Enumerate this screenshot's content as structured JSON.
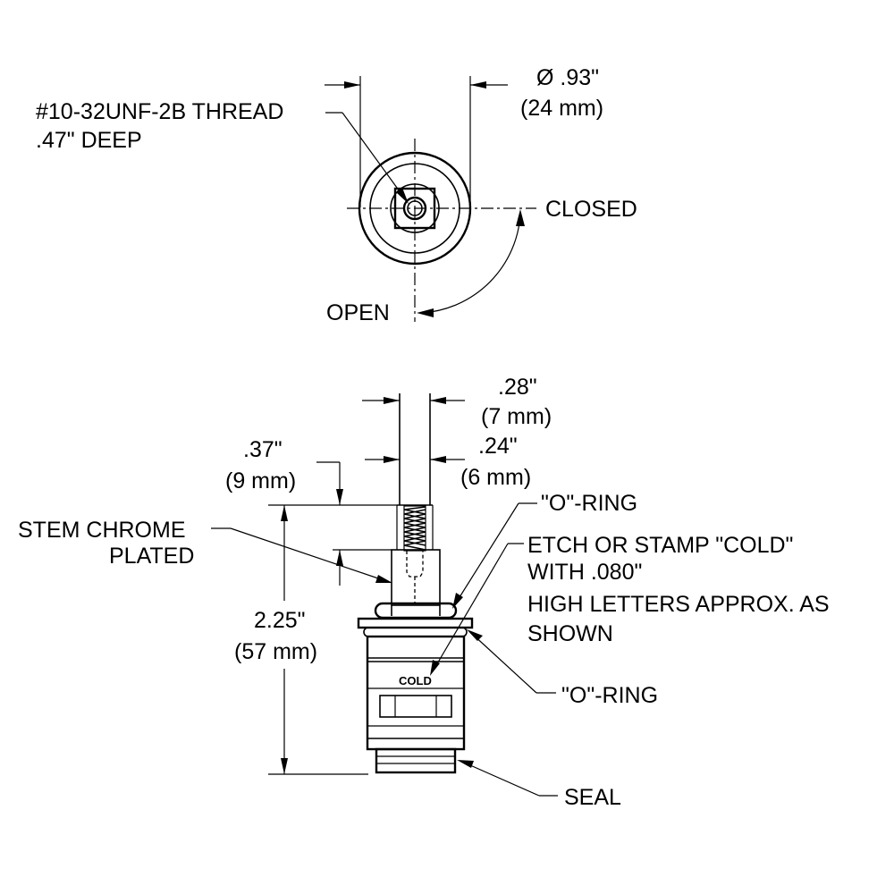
{
  "top_view": {
    "diameter_label": "Ø .93\"",
    "diameter_metric": "(24 mm)",
    "thread_line1": "#10-32UNF-2B THREAD",
    "thread_line2": ".47\" DEEP",
    "closed_label": "CLOSED",
    "open_label": "OPEN"
  },
  "side_view": {
    "stem_width_label": ".28\"",
    "stem_width_metric": "(7 mm)",
    "flat_width_label": ".24\"",
    "flat_width_metric": "(6 mm)",
    "spline_length_label": ".37\"",
    "spline_length_metric": "(9 mm)",
    "stem_label_line1": "STEM CHROME",
    "stem_label_line2": "PLATED",
    "overall_length_label": "2.25\"",
    "overall_length_metric": "(57 mm)",
    "oring_top_label": "\"O\"-RING",
    "etch_line1": "ETCH OR STAMP \"COLD\"",
    "etch_line2": "WITH .080\"",
    "etch_line3": "HIGH LETTERS APPROX. AS",
    "etch_line4": "SHOWN",
    "oring_bottom_label": "\"O\"-RING",
    "seal_label": "SEAL",
    "stamp_text": "COLD"
  },
  "colors": {
    "line": "#000000",
    "background": "#ffffff"
  }
}
